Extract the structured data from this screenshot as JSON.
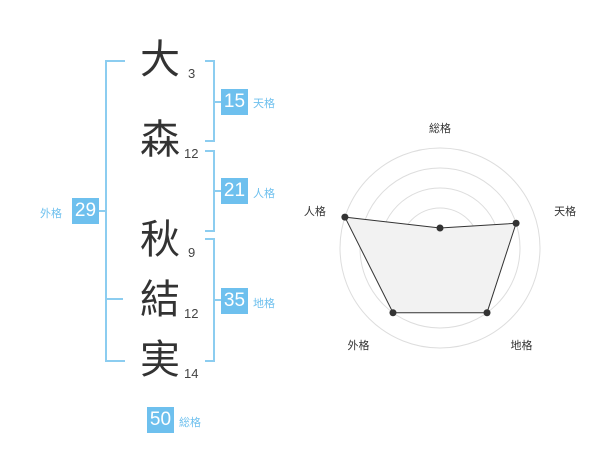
{
  "name": {
    "characters": [
      {
        "char": "大",
        "strokes": "3"
      },
      {
        "char": "森",
        "strokes": "12"
      },
      {
        "char": "秋",
        "strokes": "9"
      },
      {
        "char": "結",
        "strokes": "12"
      },
      {
        "char": "実",
        "strokes": "14"
      }
    ]
  },
  "kakusu": {
    "tenkaku": {
      "value": "15",
      "label": "天格"
    },
    "jinkaku": {
      "value": "21",
      "label": "人格"
    },
    "chikaku": {
      "value": "35",
      "label": "地格"
    },
    "gaikaku": {
      "value": "29",
      "label": "外格"
    },
    "soukaku": {
      "value": "50",
      "label": "総格"
    }
  },
  "colors": {
    "accent": "#6ec0ee",
    "bracket": "#8ccdf0",
    "radar_fill": "#f2f2f2",
    "radar_line": "#333333",
    "grid": "#dddddd"
  },
  "chart_data": {
    "type": "radar",
    "axes": [
      "総格",
      "天格",
      "地格",
      "外格",
      "人格"
    ],
    "values": [
      1,
      4,
      4,
      4,
      5
    ],
    "max": 5
  }
}
